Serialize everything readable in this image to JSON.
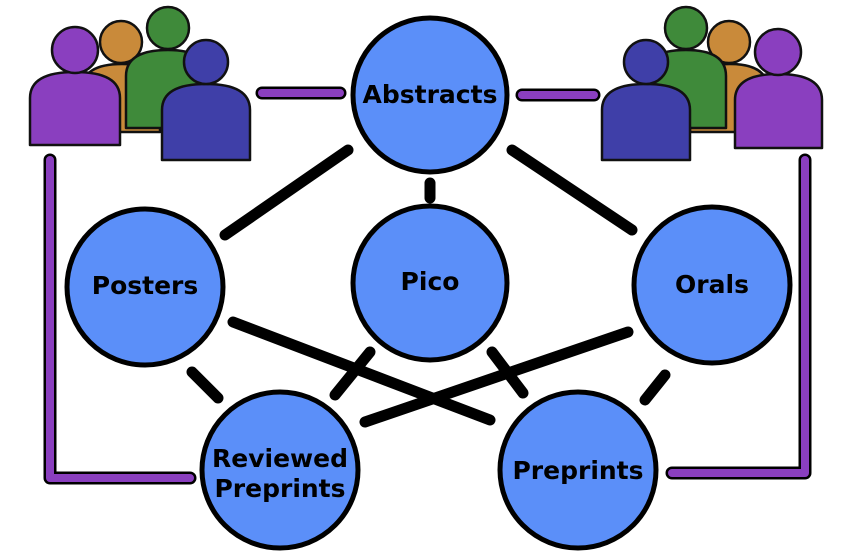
{
  "nodes": {
    "abstracts": {
      "label": "Abstracts"
    },
    "posters": {
      "label": "Posters"
    },
    "pico": {
      "label": "Pico"
    },
    "orals": {
      "label": "Orals"
    },
    "reviewed_preprints": {
      "line1": "Reviewed",
      "line2": "Preprints"
    },
    "preprints": {
      "label": "Preprints"
    }
  },
  "icons": {
    "left_group": "people-group-icon",
    "right_group": "people-group-icon"
  },
  "colors": {
    "node_fill": "#5b8ff9",
    "node_stroke": "#000000",
    "connector_black": "#000000",
    "connector_purple": "#8a3fbf",
    "person_purple": "#8a3fbf",
    "person_orange": "#c98a3a",
    "person_green": "#3f8a3a",
    "person_blue": "#3f3fa8"
  }
}
